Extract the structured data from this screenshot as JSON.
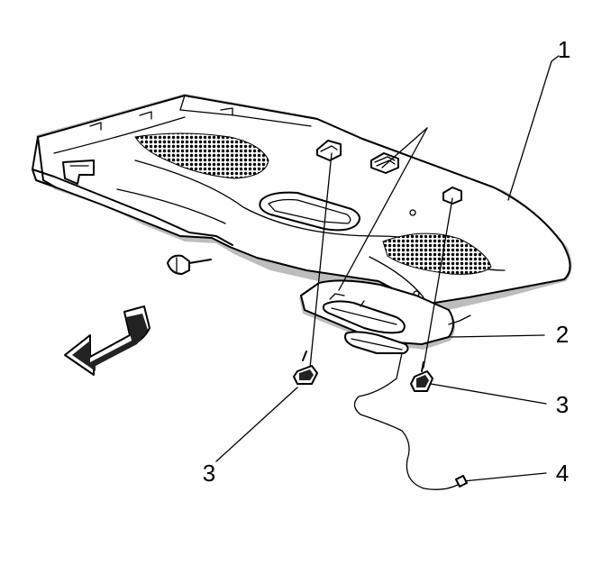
{
  "callouts": [
    {
      "id": "1",
      "label": "1"
    },
    {
      "id": "2",
      "label": "2"
    },
    {
      "id": "3a",
      "label": "3"
    },
    {
      "id": "3b",
      "label": "3"
    },
    {
      "id": "4",
      "label": "4"
    }
  ],
  "colors": {
    "ink": "#000000",
    "paper": "#ffffff",
    "shade": "#bdbdbd"
  },
  "icons": [
    "direction-arrow-icon",
    "bolt-icon",
    "screw-icon"
  ]
}
